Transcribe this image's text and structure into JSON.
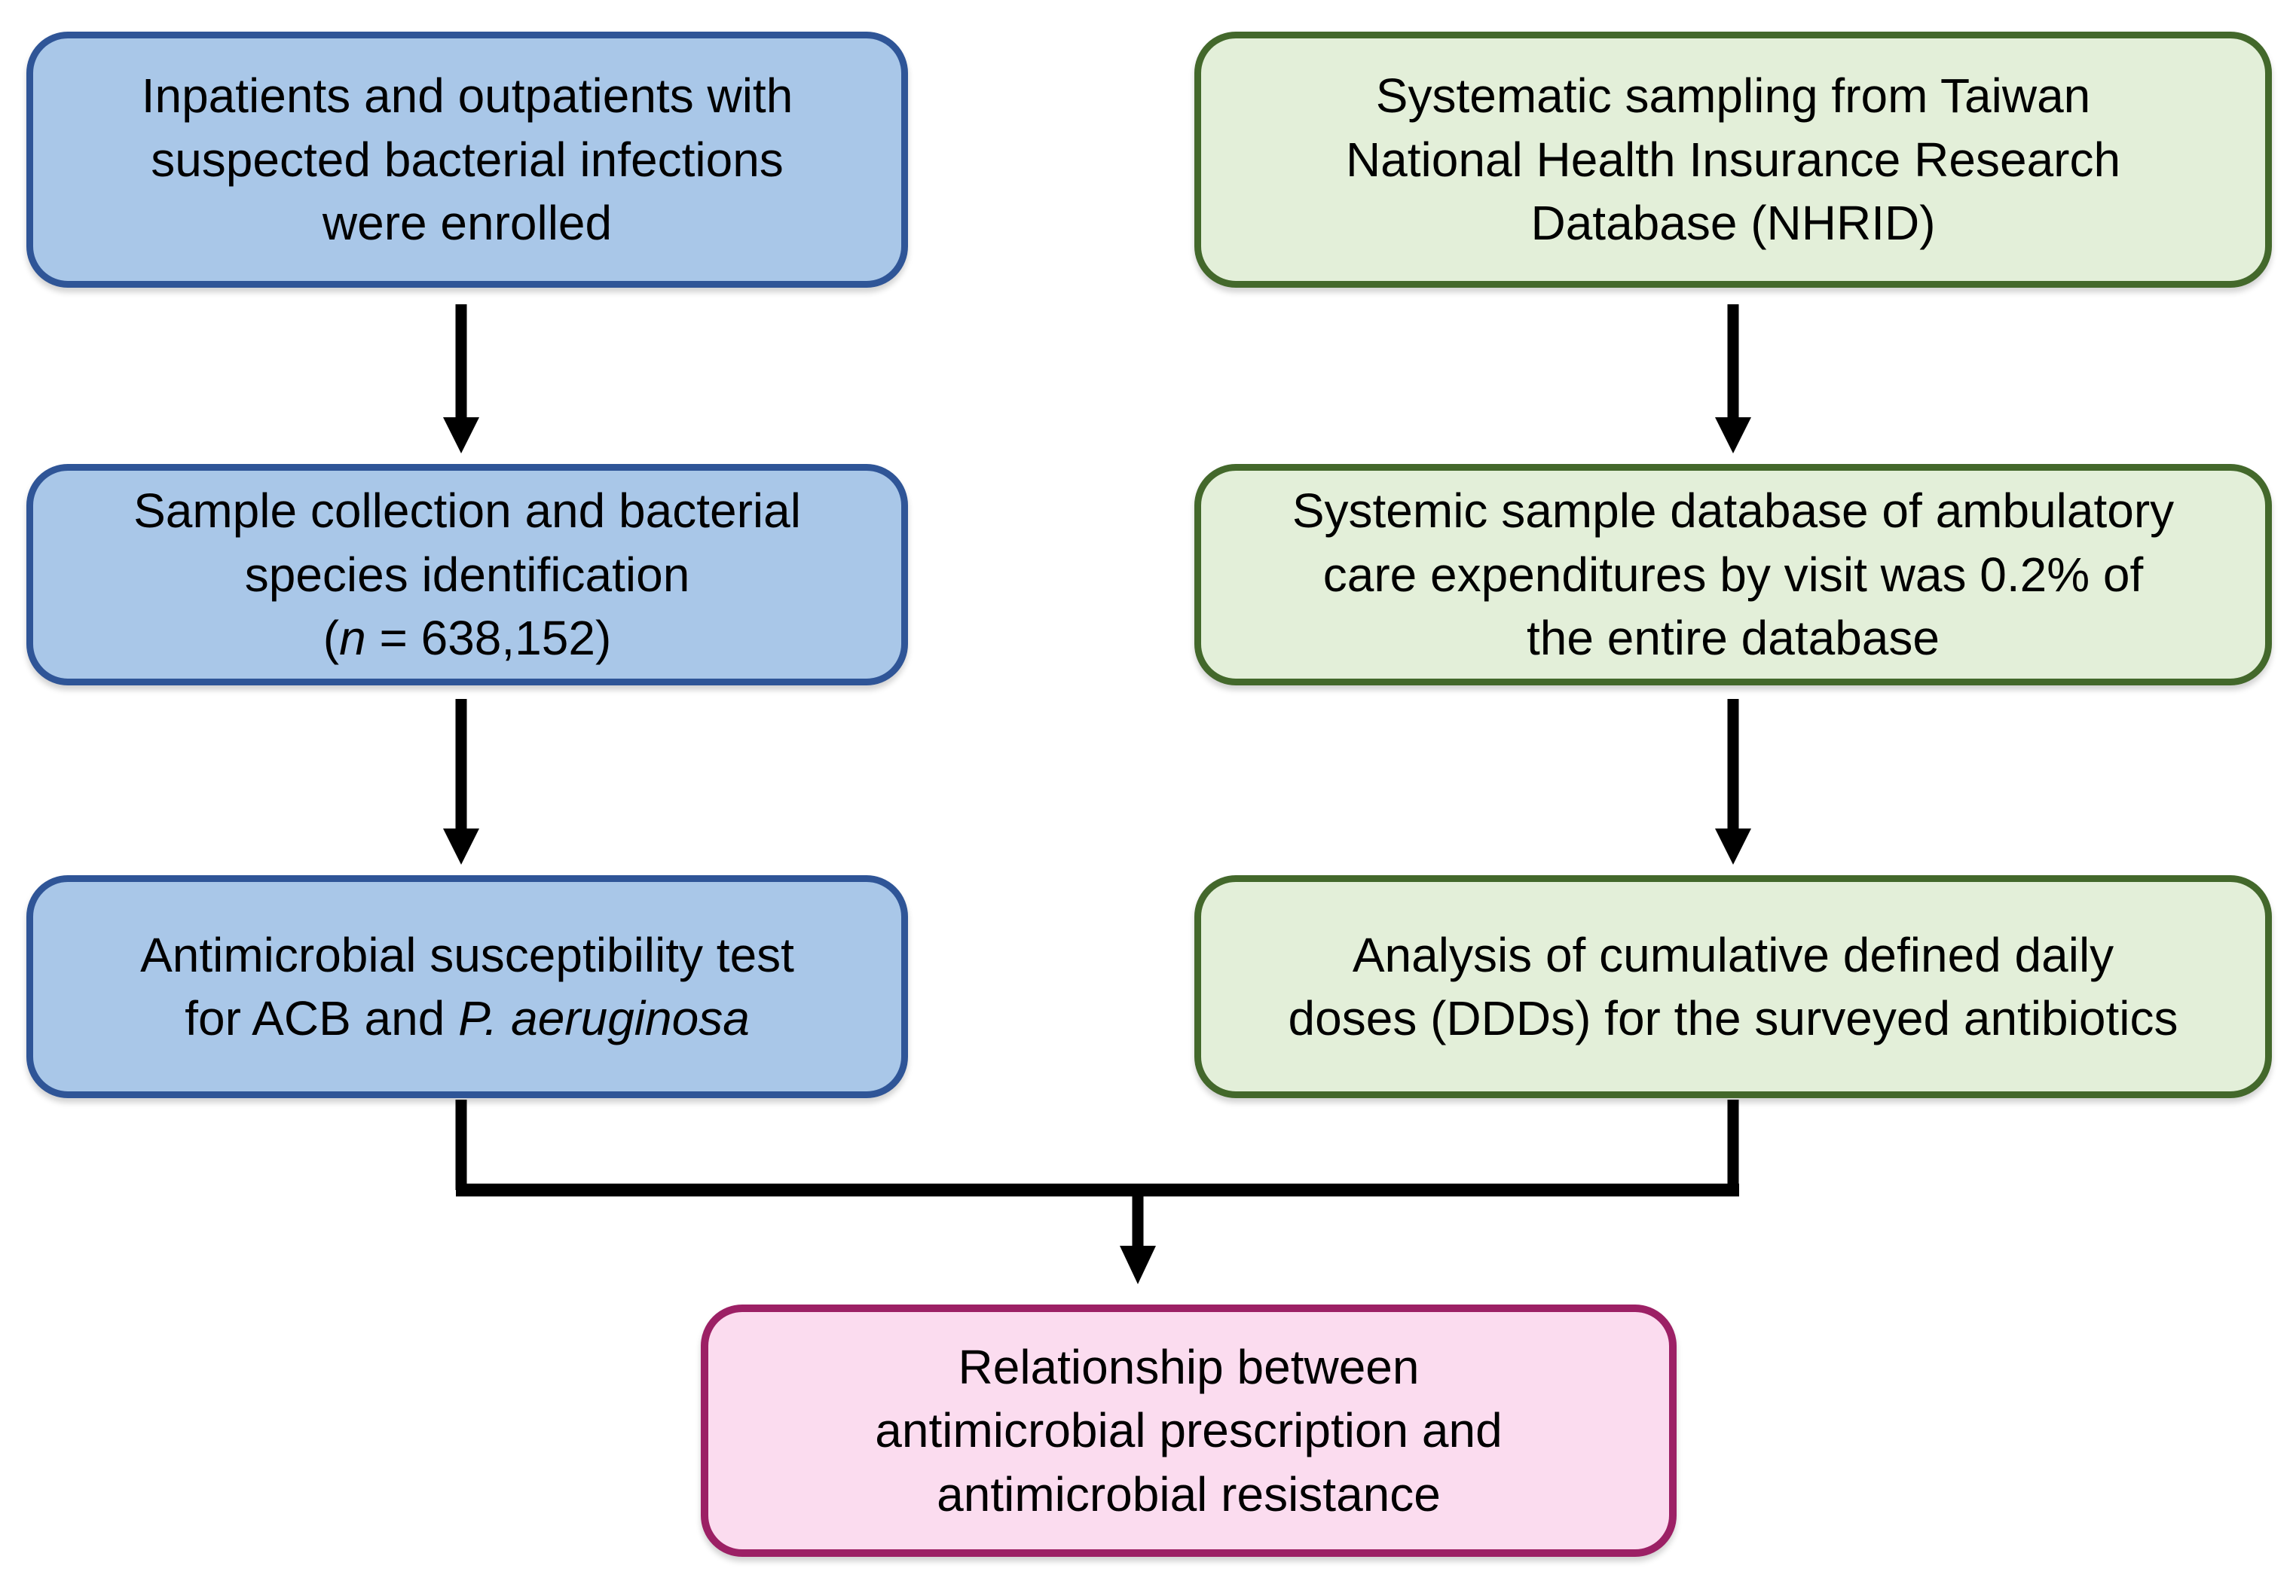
{
  "figure": {
    "type": "flowchart",
    "description": "Study design flowchart: antimicrobial susceptibility surveillance merged with NHRID prescription data",
    "background": "#ffffff"
  },
  "colors": {
    "blue_box_fill": "#a9c7e8",
    "blue_box_border": "#2f5597",
    "green_box_fill": "#e3efd9",
    "green_box_border": "#43682b",
    "pink_box_fill": "#fbdcef",
    "pink_box_border": "#9c2065",
    "arrow": "#000000",
    "text": "#000000"
  },
  "boxes": {
    "left1": {
      "lines": [
        "Inpatients and outpatients with",
        "suspected bacterial infections",
        "were enrolled"
      ]
    },
    "right1": {
      "lines": [
        "Systematic sampling from Taiwan",
        "National Health Insurance Research",
        "Database (NHRID)"
      ]
    },
    "left2": {
      "lines": [
        "Sample collection and bacterial",
        "species identification"
      ],
      "n_open": "(",
      "n_var": "n",
      "n_rest": " = 638,152)"
    },
    "right2": {
      "lines": [
        "Systemic sample database of ambulatory",
        "care expenditures by visit was 0.2% of",
        "the entire database"
      ]
    },
    "left3": {
      "line1": "Antimicrobial susceptibility test",
      "line2_prefix": "for ACB and ",
      "line2_italic": "P. aeruginosa"
    },
    "right3": {
      "lines": [
        "Analysis of cumulative defined daily",
        "doses (DDDs) for the surveyed antibiotics"
      ]
    },
    "bottom": {
      "lines": [
        "Relationship between",
        "antimicrobial prescription and",
        "antimicrobial resistance"
      ]
    }
  }
}
